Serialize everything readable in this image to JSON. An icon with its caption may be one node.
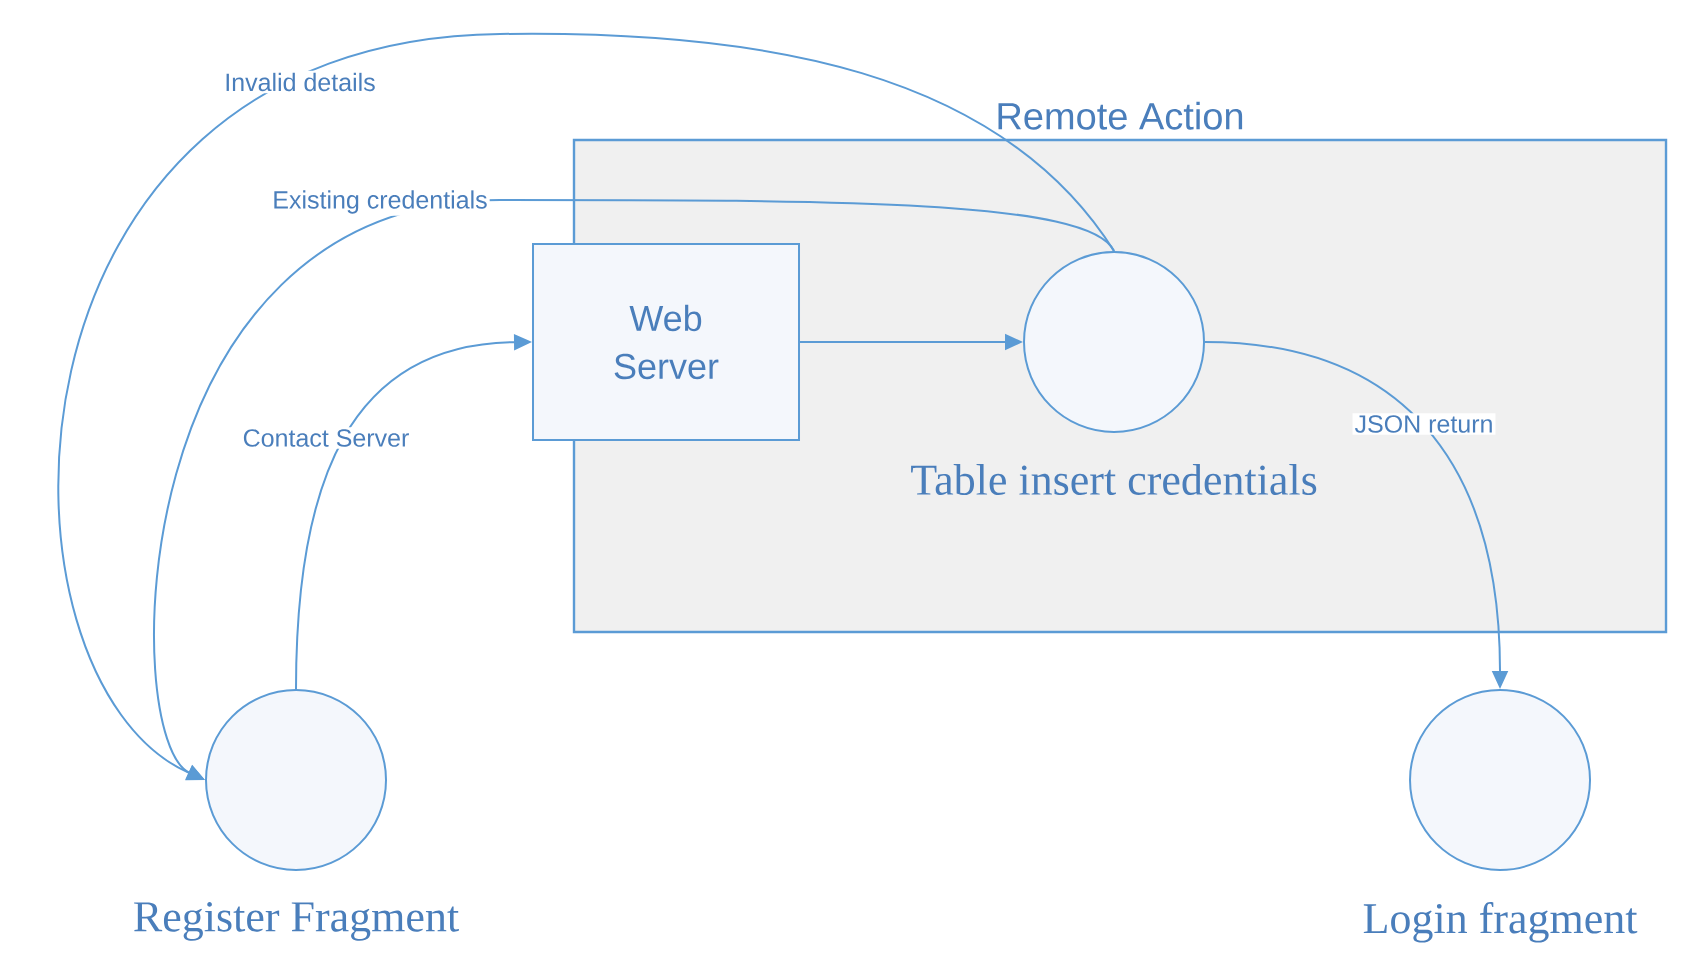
{
  "diagram": {
    "nodes": [
      {
        "text": [
          "Remote Action"
        ]
      },
      {
        "text": [
          "Web Server"
        ],
        "in": 0
      },
      {
        "text": [
          "Table insert credentials"
        ],
        "in": 0
      },
      {
        "text": [
          "Register Fragment"
        ]
      },
      {
        "text": [
          "Login fragment"
        ]
      }
    ],
    "edges": [
      {
        "from": 3,
        "to": 1,
        "arrow": "to",
        "label": "Contact Server"
      },
      {
        "from": 1,
        "to": 2,
        "arrow": "to"
      },
      {
        "from": 2,
        "to": 3,
        "arrow": "to",
        "label": "Existing credentials"
      },
      {
        "from": 2,
        "to": 3,
        "arrow": "to",
        "label": "Invalid details"
      },
      {
        "from": 2,
        "to": 4,
        "arrow": "to",
        "label": "JSON return"
      }
    ]
  }
}
